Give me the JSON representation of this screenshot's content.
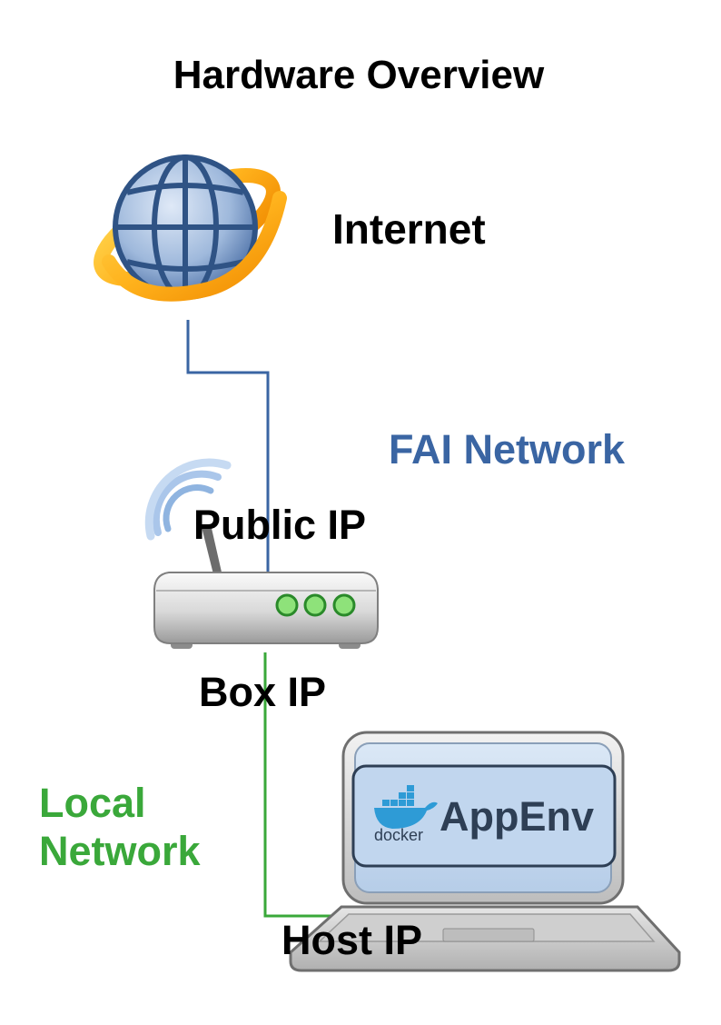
{
  "title": "Hardware Overview",
  "labels": {
    "internet": "Internet",
    "fai_network": "FAI Network",
    "public_ip": "Public IP",
    "box_ip": "Box IP",
    "local_network_line1": "Local",
    "local_network_line2": "Network",
    "host_ip": "Host IP",
    "appenv": "AppEnv",
    "docker": "docker"
  },
  "icons": {
    "globe": "globe-icon",
    "router": "router-icon",
    "wifi": "wifi-signal-icon",
    "laptop": "laptop-icon",
    "docker": "docker-whale-icon"
  },
  "colors": {
    "fai_network": "#3a65a3",
    "local_network": "#3aa83a",
    "text": "#000000"
  }
}
